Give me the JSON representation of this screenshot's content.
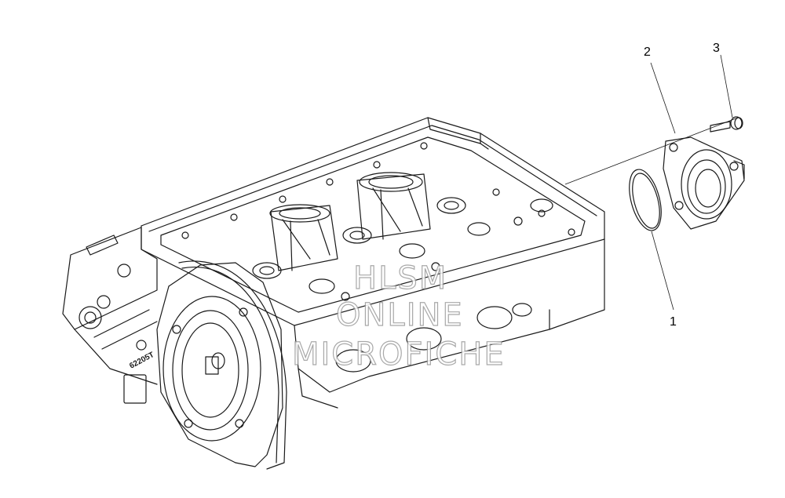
{
  "callouts": [
    {
      "id": "1",
      "label": "1"
    },
    {
      "id": "2",
      "label": "2"
    },
    {
      "id": "3",
      "label": "3"
    }
  ],
  "watermark": {
    "line1": "HLSM",
    "line2": "ONLINE",
    "line3": "MICROFICHE"
  },
  "part_stamp": "62205T"
}
